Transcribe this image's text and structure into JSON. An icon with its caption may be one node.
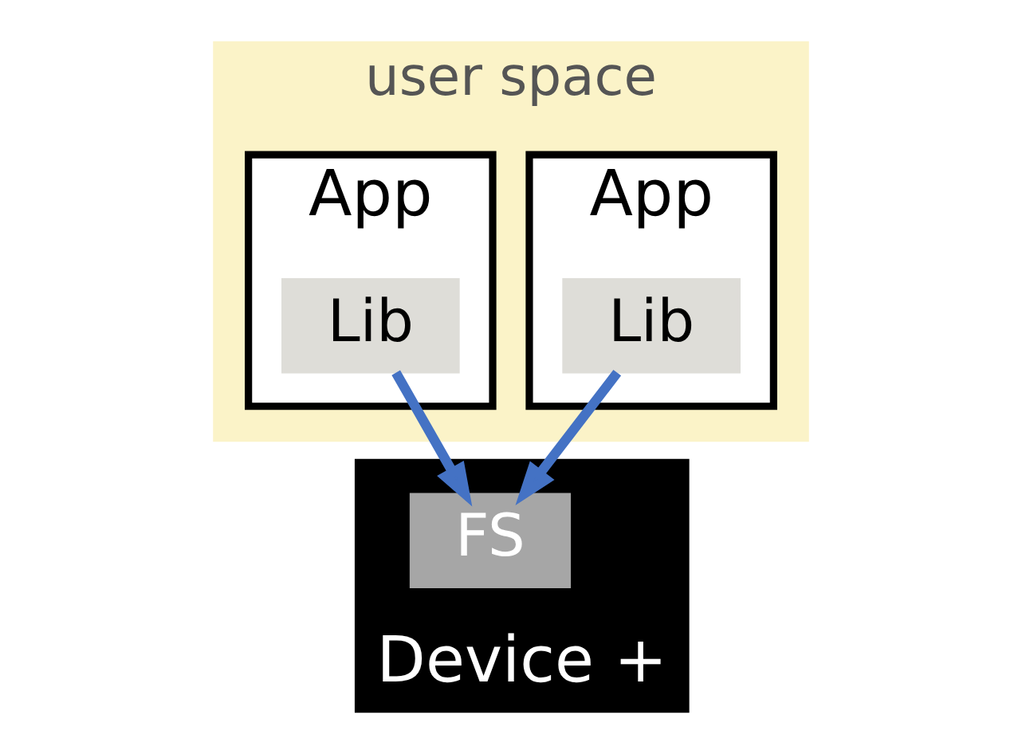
{
  "diagram": {
    "nodes": [
      {
        "text": [
          "user space"
        ]
      },
      {
        "text": [
          "App"
        ],
        "in": 0
      },
      {
        "text": [
          "Lib"
        ],
        "in": 1
      },
      {
        "text": [
          "App"
        ],
        "in": 0
      },
      {
        "text": [
          "Lib"
        ],
        "in": 3
      },
      {
        "text": [
          "Device +"
        ]
      },
      {
        "text": [
          "FS"
        ],
        "in": 5
      }
    ],
    "edges": [
      {
        "from": 2,
        "to": 6,
        "arrow": "to"
      },
      {
        "from": 4,
        "to": 6,
        "arrow": "to"
      }
    ]
  }
}
